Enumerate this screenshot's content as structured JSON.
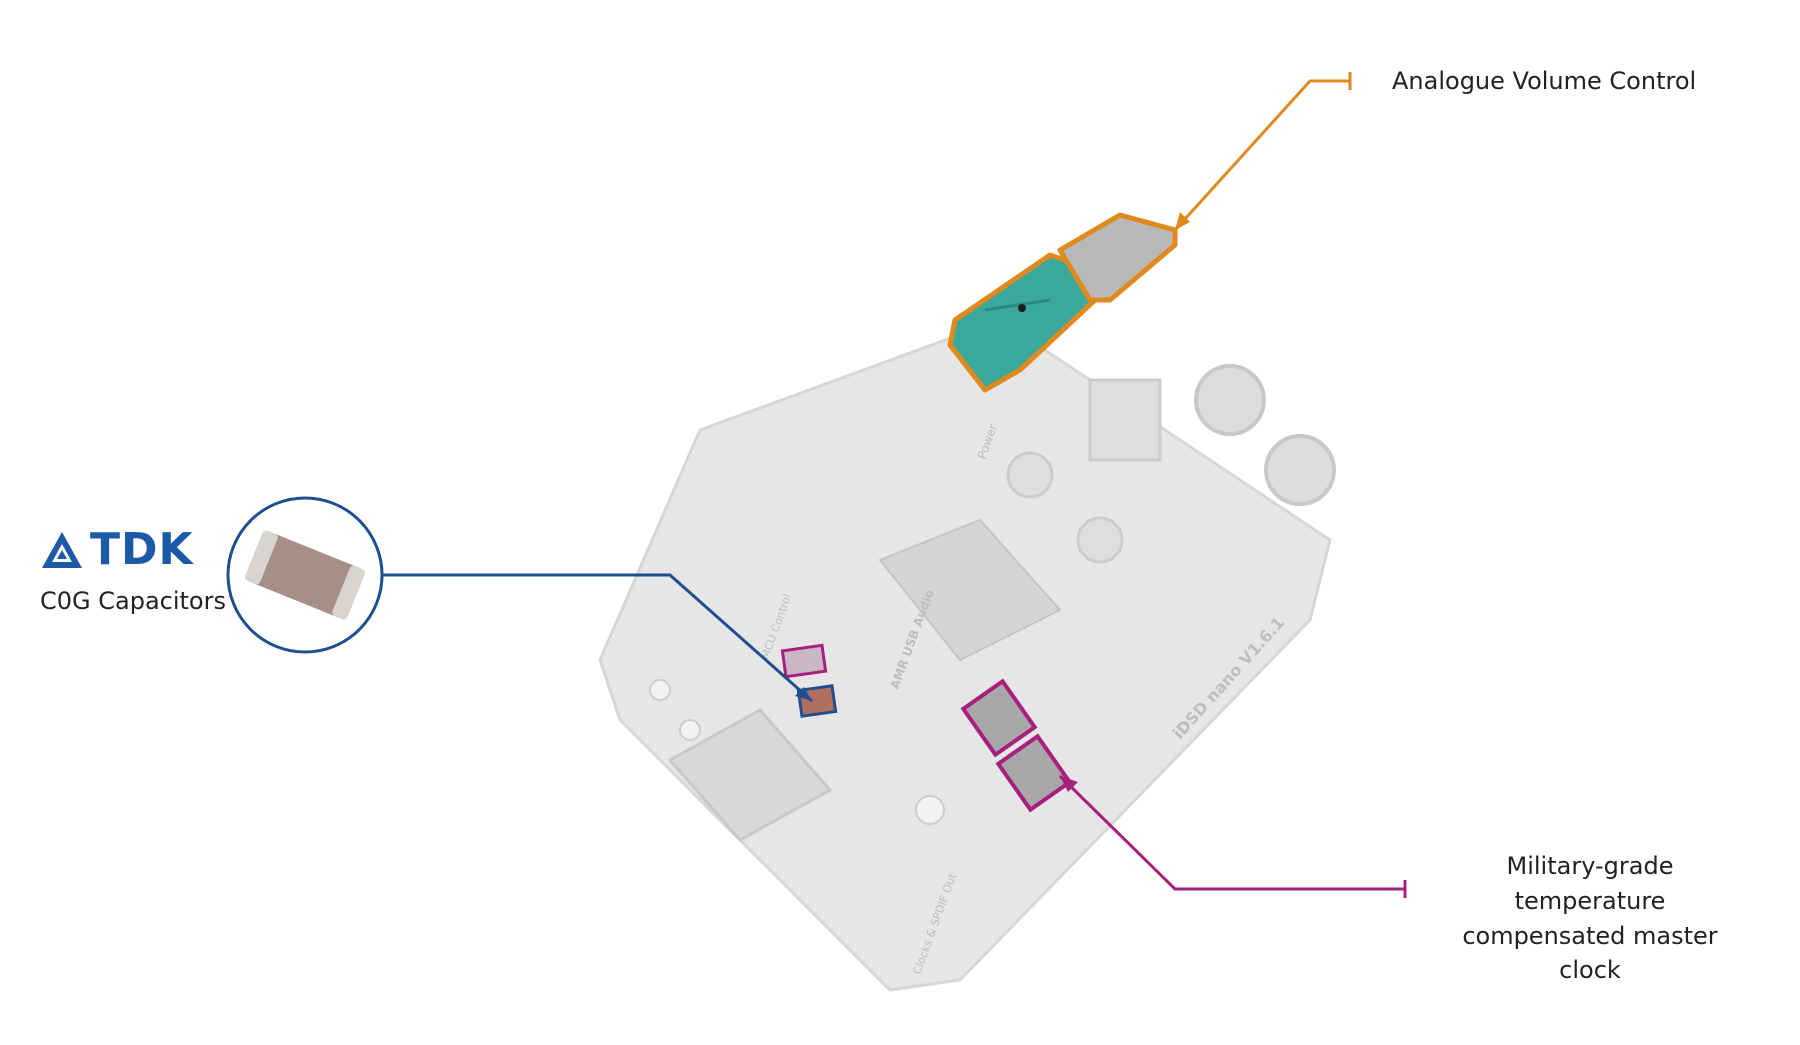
{
  "callouts": {
    "volume": {
      "text": "Analogue Volume Control",
      "color": "#e08a1e"
    },
    "clock": {
      "line1": "Military-grade temperature",
      "line2": "compensated master clock",
      "color": "#a8207f"
    },
    "capacitors": {
      "brand": "TDK",
      "text": "C0G Capacitors",
      "color": "#1f4f8f"
    }
  },
  "board": {
    "name": "iDSD nano V1.6.1",
    "silkscreen": {
      "usb_audio": "AMR USB Audio",
      "power": "Power",
      "mcu_control": "MCU Control",
      "clocks": "Clocks & SPDIF Out"
    }
  },
  "colors": {
    "board": "#e4e4e4",
    "pot": "#3aa89a",
    "tdk_blue": "#1a5aa6"
  }
}
